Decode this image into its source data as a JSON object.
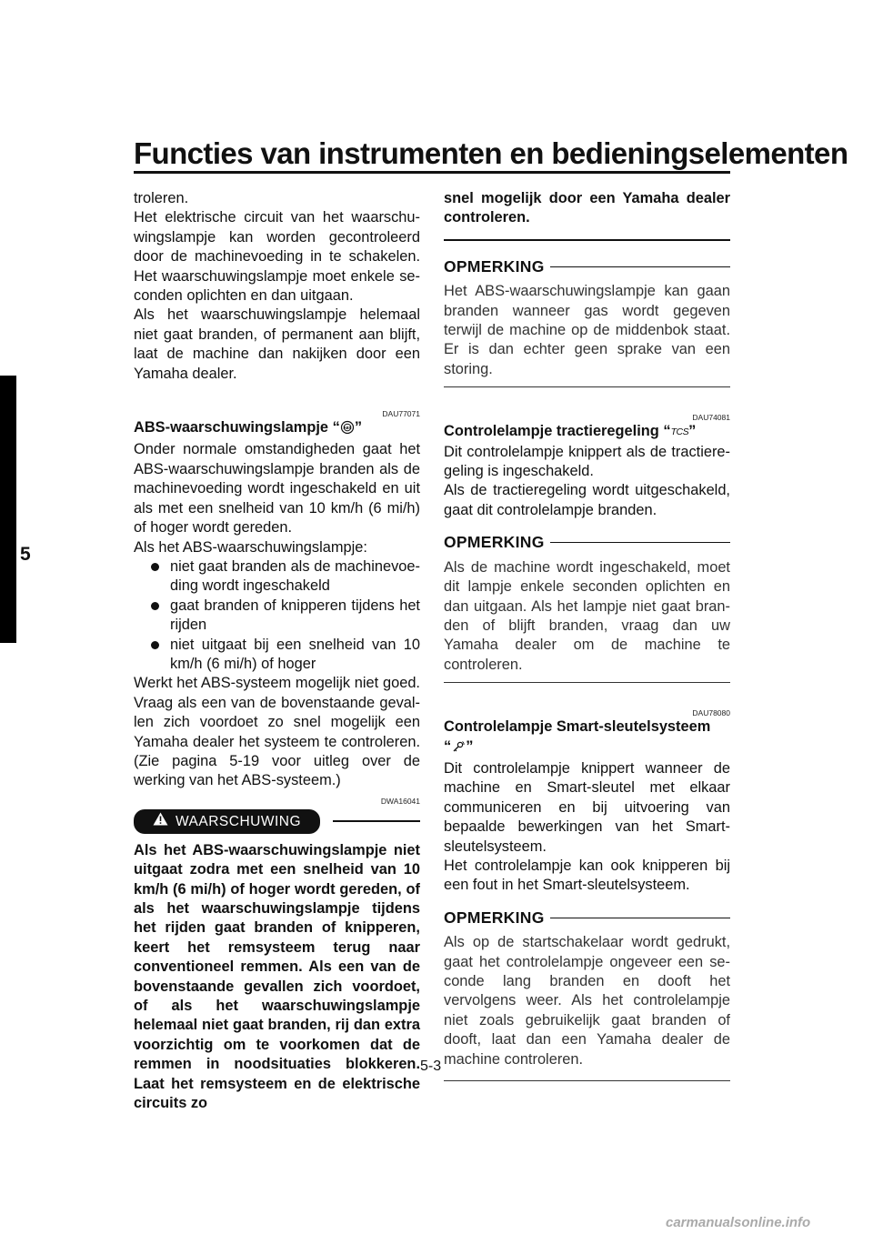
{
  "header": {
    "title": "Functies van instrumenten en bedieningselementen"
  },
  "chapter_tab": "5",
  "page_number": "5-3",
  "watermark": "carmanualsonline.info",
  "left": {
    "intro": [
      "troleren.",
      "Het elektrische circuit van het waarschu­wingslampje kan worden gecontroleerd door de machinevoeding in te schakelen. Het waarschuwingslampje moet enkele se­conden oplichten en dan uitgaan.",
      "Als het waarschuwingslampje helemaal niet gaat branden, of permanent aan blijft, laat de machine dan nakijken door een Yamaha dealer."
    ],
    "abs": {
      "code": "DAU77071",
      "title": "ABS-waarschuwingslampje",
      "quote_open": "“",
      "quote_close": "”",
      "icon": "abs-warning-icon",
      "p1": "Onder normale omstandigheden gaat het ABS-waarschuwingslampje branden als de machinevoeding wordt ingeschakeld en uit als met een snelheid van 10 km/h (6 mi/h) of hoger wordt gereden.",
      "p2": "Als het ABS-waarschuwingslampje:",
      "bullets": [
        "niet gaat branden als de machinevoe­ding wordt ingeschakeld",
        "gaat branden of knipperen tijdens het rijden",
        "niet uitgaat bij een snelheid van 10 km/h (6 mi/h) of hoger"
      ],
      "p3": "Werkt het ABS-systeem mogelijk niet goed. Vraag als een van de bovenstaande geval­len zich voordoet zo snel mogelijk een Yamaha dealer het systeem te controleren. (Zie pagina 5-19 voor uitleg over de werking van het ABS-systeem.)",
      "warning_code": "DWA16041",
      "warning_label": "WAARSCHUWING",
      "warning_text": "Als het ABS-waarschuwingslampje niet uitgaat zodra met een snelheid van 10 km/h (6 mi/h) of hoger wordt gereden, of als het waarschuwingslampje tijdens het rijden gaat branden of knipperen, keert het remsysteem terug naar conventio­neel remmen. Als een van de boven­staande gevallen zich voordoet, of als het waarschuwingslampje helemaal niet gaat branden, rij dan extra voorzichtig om te voorkomen dat de remmen in noodsituaties blokkeren. Laat het rem­systeem en de elektrische circuits zo"
    }
  },
  "right": {
    "warning_cont": "snel mogelijk door een Yamaha dealer controleren.",
    "note_label": "OPMERKING",
    "note1": "Het ABS-waarschuwingslampje kan gaan branden wanneer gas wordt gegeven terwijl de machine op de middenbok staat. Er is dan echter geen sprake van een storing.",
    "tcs": {
      "code": "DAU74081",
      "title": "Controlelampje tractieregeling",
      "quote_open": "“",
      "quote_close": "”",
      "icon_text": "TCS",
      "p1": "Dit controlelampje knippert als de tractiere­geling is ingeschakeld.",
      "p2": "Als de tractieregeling wordt uitgeschakeld, gaat dit controlelampje branden.",
      "note": "Als de machine wordt ingeschakeld, moet dit lampje enkele seconden oplichten en dan uitgaan. Als het lampje niet gaat bran­den of blijft branden, vraag dan uw Yamaha dealer om de machine te controleren."
    },
    "smart": {
      "code": "DAU78080",
      "title": "Controlelampje Smart-sleutelsysteem",
      "quote_open": "“",
      "quote_close": "”",
      "icon": "smart-key-icon",
      "p1": "Dit controlelampje knippert wanneer de ma­chine en Smart-sleutel met elkaar commu­niceren en bij uitvoering van bepaalde bewerkingen van het Smart-sleutelsy­steem.",
      "p2": "Het controlelampje kan ook knipperen bij een fout in het Smart-sleutelsysteem.",
      "note": "Als op de startschakelaar wordt gedrukt, gaat het controlelampje ongeveer een se­conde lang branden en dooft het vervolgens weer. Als het controlelampje niet zoals ge­bruikelijk gaat branden of dooft, laat dan een Yamaha dealer de machine controle­ren."
    }
  }
}
